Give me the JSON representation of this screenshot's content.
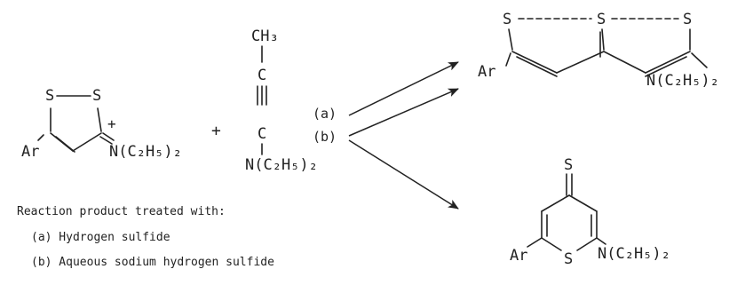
{
  "reactant": {
    "ring_atoms": [
      "S",
      "S"
    ],
    "charge": "+",
    "aryl": "Ar",
    "amine": "N(C₂H₅)₂"
  },
  "plus_sign": "+",
  "reagent": {
    "atoms": [
      "CH₃",
      "C",
      "C",
      "N(C₂H₅)₂"
    ]
  },
  "paths": [
    {
      "label": "(a)"
    },
    {
      "label": "(b)"
    }
  ],
  "product_top": {
    "ring_atoms": [
      "S",
      "S",
      "S"
    ],
    "aryl": "Ar",
    "amine": "N(C₂H₅)₂"
  },
  "product_bottom": {
    "exo_atom": "S",
    "ring_atom": "S",
    "aryl": "Ar",
    "amine": "N(C₂H₅)₂"
  },
  "footnote": {
    "heading": "Reaction product treated with:",
    "items": [
      "(a) Hydrogen sulfide",
      "(b) Aqueous sodium hydrogen sulfide"
    ]
  }
}
